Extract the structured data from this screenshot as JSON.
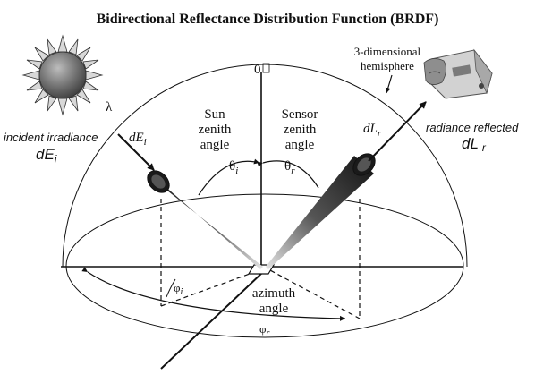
{
  "title": "Bidirectional Reflectance Distribution Function (BRDF)",
  "labels": {
    "zenith": "0",
    "lambda": "λ",
    "dEi_main": "dE",
    "dEi_sub": "i",
    "dLr_main": "dL",
    "dLr_sub": "r",
    "hemisphere_line1": "3-dimensional",
    "hemisphere_line2": "hemisphere",
    "incident_line1": "incident irradiance",
    "incident_main": "dE",
    "incident_sub": "i",
    "reflected_line1": "radiance reflected",
    "reflected_main": "dL",
    "reflected_sub": "r",
    "sun_line1": "Sun",
    "sun_line2": "zenith",
    "sun_line3": "angle",
    "sensor_line1": "Sensor",
    "sensor_line2": "zenith",
    "sensor_line3": "angle",
    "theta_i_main": "θ",
    "theta_i_sub": "i",
    "theta_r_main": "θ",
    "theta_r_sub": "r",
    "phi_i_main": "φ",
    "phi_i_sub": "i",
    "phi_r_main": "φ",
    "phi_r_sub": "r",
    "azimuth_line1": "azimuth",
    "azimuth_line2": "angle"
  },
  "icons": {
    "sun": "sun-icon",
    "sensor": "spectroradiometer-icon"
  },
  "colors": {
    "ink": "#111111",
    "sun_fill": "#7a7a7a",
    "cone_dark": "#1a1a1a"
  }
}
